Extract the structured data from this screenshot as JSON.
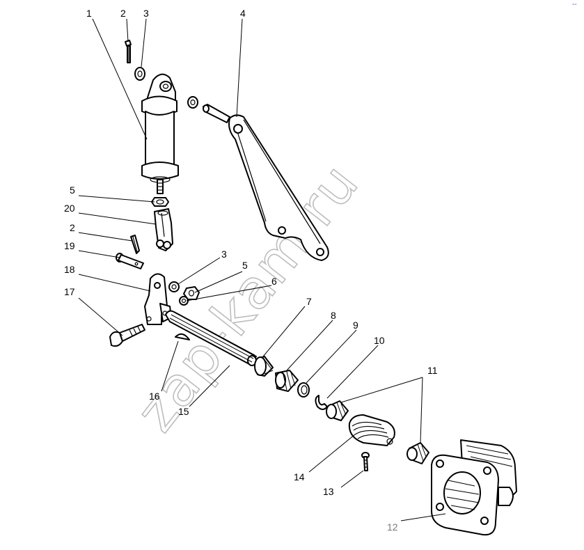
{
  "watermark": "zap-kam.ru",
  "corner_mark": "--",
  "callouts": [
    {
      "id": "c1",
      "text": "1"
    },
    {
      "id": "c2a",
      "text": "2"
    },
    {
      "id": "c3a",
      "text": "3"
    },
    {
      "id": "c4",
      "text": "4"
    },
    {
      "id": "c5a",
      "text": "5"
    },
    {
      "id": "c20",
      "text": "20"
    },
    {
      "id": "c2b",
      "text": "2"
    },
    {
      "id": "c19",
      "text": "19"
    },
    {
      "id": "c3b",
      "text": "3"
    },
    {
      "id": "c5b",
      "text": "5"
    },
    {
      "id": "c6",
      "text": "6"
    },
    {
      "id": "c18",
      "text": "18"
    },
    {
      "id": "c7",
      "text": "7"
    },
    {
      "id": "c17",
      "text": "17"
    },
    {
      "id": "c8",
      "text": "8"
    },
    {
      "id": "c9",
      "text": "9"
    },
    {
      "id": "c10",
      "text": "10"
    },
    {
      "id": "c11",
      "text": "11"
    },
    {
      "id": "c16",
      "text": "16"
    },
    {
      "id": "c15",
      "text": "15"
    },
    {
      "id": "c14",
      "text": "14"
    },
    {
      "id": "c13",
      "text": "13"
    },
    {
      "id": "c12",
      "text": "12"
    }
  ]
}
